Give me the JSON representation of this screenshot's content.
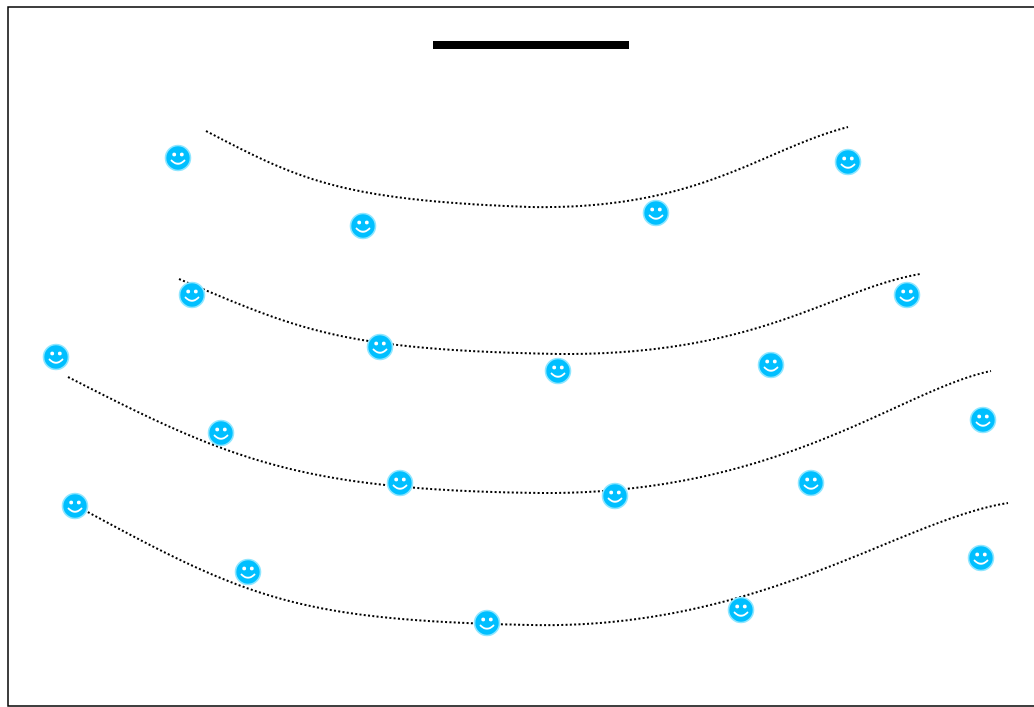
{
  "diagram": {
    "type": "seating-chart",
    "colors": {
      "background": "#ffffff",
      "border": "#000000",
      "stage_bar": "#000000",
      "row_line": "#000000",
      "person_fill": "#00bfff",
      "person_outline": "#8fe6ff",
      "person_features": "#ffffff"
    },
    "stage": {
      "shape": "bar",
      "label": ""
    },
    "rows": [
      {
        "row": 1,
        "people": 4,
        "icon": "smiley-face-icon"
      },
      {
        "row": 2,
        "people": 5,
        "icon": "smiley-face-icon"
      },
      {
        "row": 3,
        "people": 6,
        "icon": "smiley-face-icon"
      },
      {
        "row": 4,
        "people": 5,
        "icon": "smiley-face-icon"
      }
    ],
    "total_people": 20
  }
}
